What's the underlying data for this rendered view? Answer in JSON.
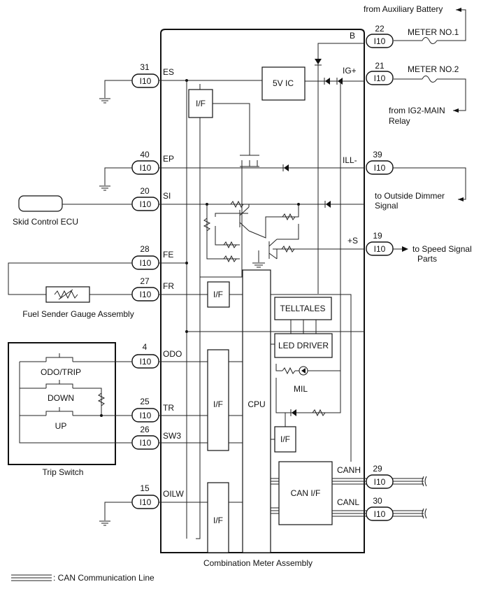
{
  "assembly": {
    "name": "Combination Meter Assembly",
    "blocks": {
      "ic_5v": "5V IC",
      "interface": "I/F",
      "cpu": "CPU",
      "telltales": "TELLTALES",
      "led_driver": "LED DRIVER",
      "mil": "MIL",
      "can_if": "CAN I/F"
    },
    "pins": {
      "B": "B",
      "IG": "IG+",
      "ILL": "ILL-",
      "S": "+S",
      "ES": "ES",
      "EP": "EP",
      "SI": "SI",
      "FE": "FE",
      "FR": "FR",
      "ODO": "ODO",
      "TR": "TR",
      "SW3": "SW3",
      "OILW": "OILW",
      "CANH": "CANH",
      "CANL": "CANL"
    }
  },
  "connectors": {
    "code": "I10",
    "n22": "22",
    "n21": "21",
    "n39": "39",
    "n19": "19",
    "n29": "29",
    "n30": "30",
    "n31": "31",
    "n40": "40",
    "n20": "20",
    "n28": "28",
    "n27": "27",
    "n4": "4",
    "n25": "25",
    "n26": "26",
    "n15": "15"
  },
  "external": {
    "aux_battery": "from Auxiliary Battery",
    "meter1": "METER NO.1",
    "meter2": "METER NO.2",
    "ig2_line1": "from IG2-MAIN",
    "ig2_line2": "Relay",
    "dimmer_line1": "to Outside Dimmer",
    "dimmer_line2": "Signal",
    "speed_line1": "to Speed Signal",
    "speed_line2": "Parts",
    "skid_ecu": "Skid Control ECU",
    "fuel_sender": "Fuel Sender Gauge Assembly",
    "trip_switch": "Trip Switch",
    "odo_trip": "ODO/TRIP",
    "down": "DOWN",
    "up": "UP"
  },
  "legend": {
    "can_line": ": CAN Communication Line"
  }
}
